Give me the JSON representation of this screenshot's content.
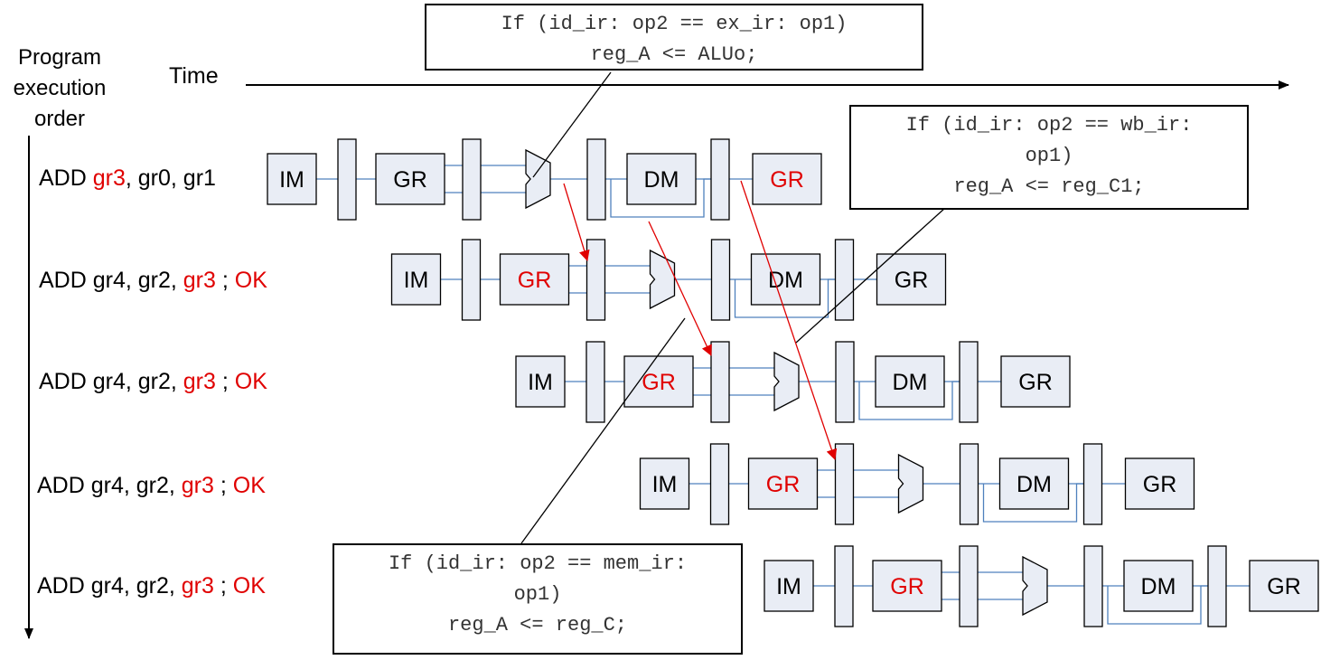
{
  "axis": {
    "y_label_lines": [
      "Program",
      "execution",
      "order"
    ],
    "time_label": "Time"
  },
  "stage_labels": {
    "im": "IM",
    "gr": "GR",
    "dm": "DM"
  },
  "instructions": [
    {
      "parts": [
        {
          "t": "ADD ",
          "red": false
        },
        {
          "t": "gr3",
          "red": true
        },
        {
          "t": ", gr0, gr1",
          "red": false
        }
      ],
      "red_gr": "wb"
    },
    {
      "parts": [
        {
          "t": "ADD gr4, gr2, ",
          "red": false
        },
        {
          "t": "gr3",
          "red": true
        },
        {
          "t": "  ; ",
          "red": false
        },
        {
          "t": "OK",
          "red": true
        }
      ],
      "red_gr": "id"
    },
    {
      "parts": [
        {
          "t": "ADD gr4, gr2, ",
          "red": false
        },
        {
          "t": "gr3",
          "red": true
        },
        {
          "t": " ; ",
          "red": false
        },
        {
          "t": "OK",
          "red": true
        }
      ],
      "red_gr": "id"
    },
    {
      "parts": [
        {
          "t": "ADD gr4, gr2, ",
          "red": false
        },
        {
          "t": "gr3",
          "red": true
        },
        {
          "t": " ; ",
          "red": false
        },
        {
          "t": "OK",
          "red": true
        }
      ],
      "red_gr": "id"
    },
    {
      "parts": [
        {
          "t": "ADD gr4, gr2, ",
          "red": false
        },
        {
          "t": "gr3",
          "red": true
        },
        {
          "t": " ; ",
          "red": false
        },
        {
          "t": "OK",
          "red": true
        }
      ],
      "red_gr": "id"
    }
  ],
  "notes": {
    "ex": [
      "If (id_ir: op2 == ex_ir: op1)",
      "reg_A <= ALUo;"
    ],
    "wb": [
      "If (id_ir: op2 == wb_ir:",
      "op1)",
      "reg_A <= reg_C1;"
    ],
    "mem": [
      "If (id_ir: op2 == mem_ir:",
      "op1)",
      "reg_A <= reg_C;"
    ]
  },
  "colors": {
    "box_fill": "#e9edf5",
    "wire": "#4f81bd",
    "highlight": "#e00000",
    "stroke": "#000000"
  }
}
